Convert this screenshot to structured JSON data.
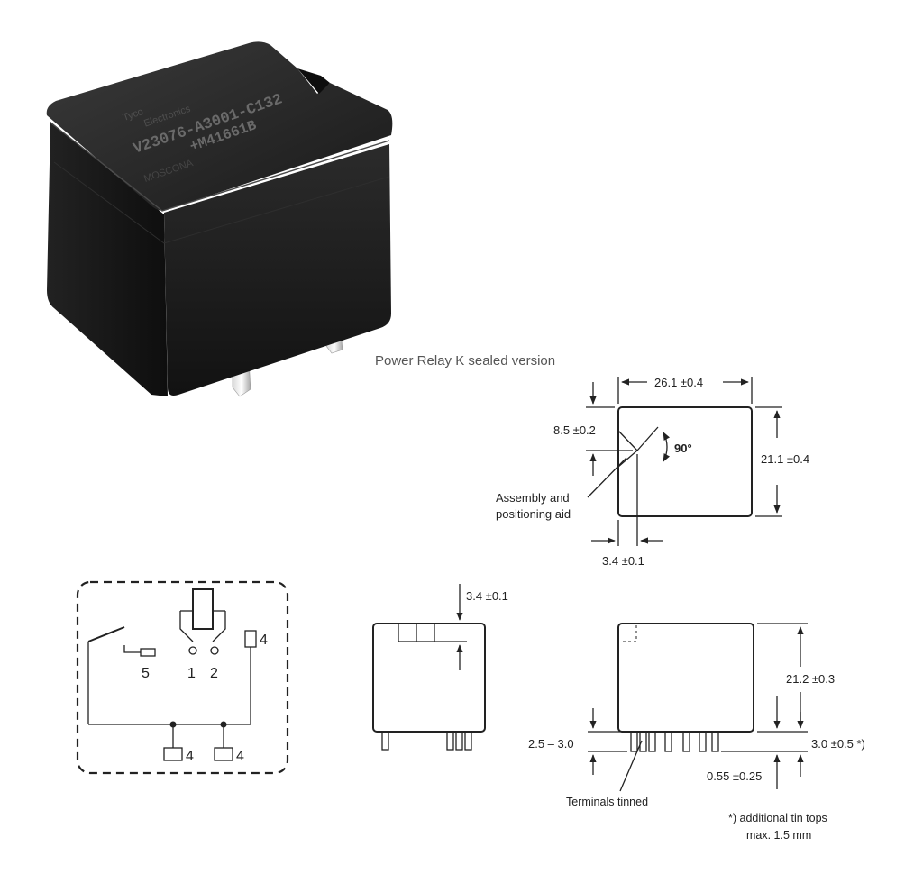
{
  "photo": {
    "marking_lines": [
      "Tyco",
      "Electronics",
      "V23076-A3001-C132",
      "+M41661B",
      "MOSCONA"
    ]
  },
  "title": "Power Relay K sealed version",
  "top_view": {
    "width_dim": "26.1 ±0.4",
    "height_dim": "21.1 ±0.4",
    "notch_dim": "8.5 ±0.2",
    "angle": "90°",
    "aid_line1": "Assembly and",
    "aid_line2": "positioning aid",
    "offset_dim": "3.4 ±0.1"
  },
  "schematic": {
    "terminal_5": "5",
    "terminal_1": "1",
    "terminal_2": "2",
    "terminal_4_top": "4",
    "terminal_4_bottom_left": "4",
    "terminal_4_bottom_right": "4"
  },
  "front_view": {
    "top_dim": "3.4 ±0.1"
  },
  "side_view": {
    "height_dim": "21.2 ±0.3",
    "pin_dim": "3.0 ±0.5 *)",
    "range_dim": "2.5 – 3.0",
    "base_dim": "0.55 ±0.25",
    "terminals_label": "Terminals tinned",
    "footnote_line1": "*)  additional tin tops",
    "footnote_line2": "max. 1.5 mm"
  }
}
